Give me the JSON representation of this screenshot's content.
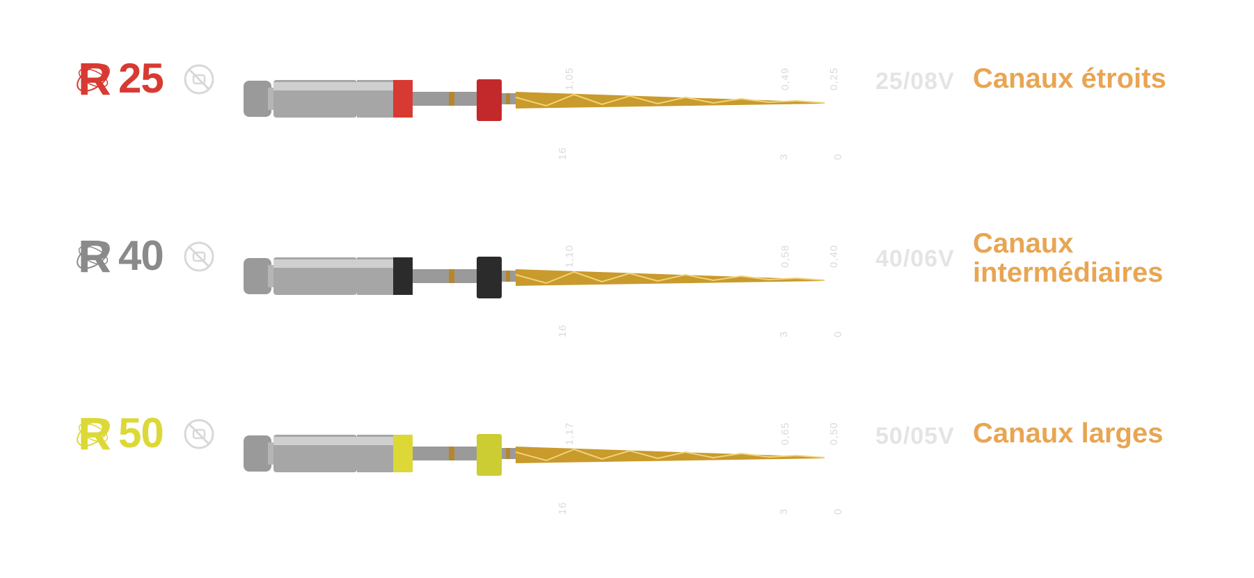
{
  "files": [
    {
      "letter": "R",
      "number": "25",
      "brand_color": "#d73a32",
      "ring_color": "#c3292a",
      "diameters": [
        "1,05",
        "0,49",
        "0,25"
      ],
      "lengths": [
        "16",
        "3",
        "0"
      ],
      "taper": "25/08V",
      "description_line1": "Canaux étroits",
      "description_line2": ""
    },
    {
      "letter": "R",
      "number": "40",
      "brand_color": "#8a8a8a",
      "ring_color": "#2b2b2b",
      "diameters": [
        "1,10",
        "0,58",
        "0,40"
      ],
      "lengths": [
        "16",
        "3",
        "0"
      ],
      "taper": "40/06V",
      "description_line1": "Canaux",
      "description_line2": "intermédiaires"
    },
    {
      "letter": "R",
      "number": "50",
      "brand_color": "#dcd836",
      "ring_color": "#dcd836",
      "diameters": [
        "1,17",
        "0,65",
        "0,50"
      ],
      "lengths": [
        "16",
        "3",
        "0"
      ],
      "taper": "50/05V",
      "description_line1": "Canaux larges",
      "description_line2": ""
    }
  ],
  "icons": {
    "logo_orbit": "orbit-icon",
    "single_use": "no-reuse-icon"
  },
  "colors": {
    "description": "#e8a552",
    "metal": "#a8a8a8",
    "gold": "#c99a2c",
    "label": "#dadada"
  }
}
